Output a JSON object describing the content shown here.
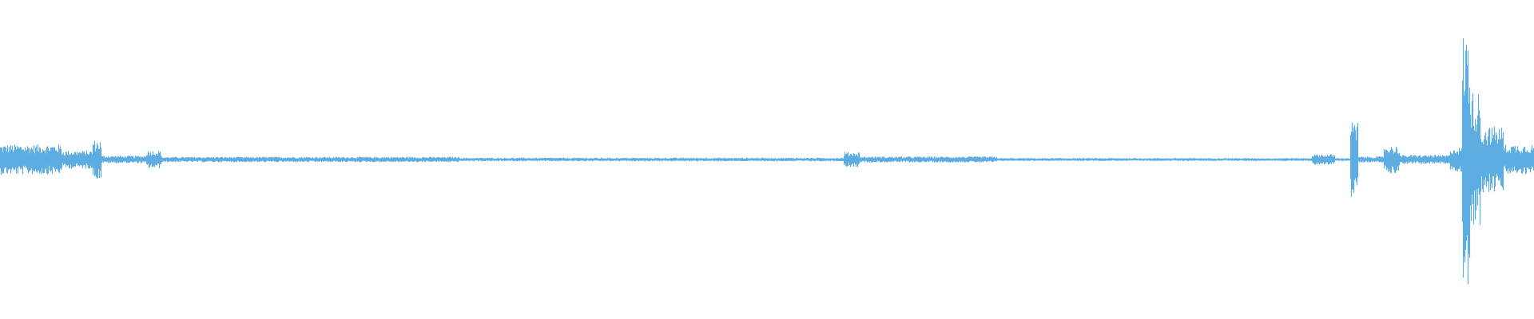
{
  "waveform": {
    "color": "#5dade2",
    "background": "#ffffff",
    "baseline_level": 0.0,
    "sample_count": 1920,
    "segments": [
      {
        "start": 0.0,
        "end": 0.04,
        "amplitude": 0.1
      },
      {
        "start": 0.04,
        "end": 0.06,
        "amplitude": 0.06
      },
      {
        "start": 0.06,
        "end": 0.066,
        "amplitude": 0.13
      },
      {
        "start": 0.066,
        "end": 0.095,
        "amplitude": 0.025
      },
      {
        "start": 0.095,
        "end": 0.105,
        "amplitude": 0.06
      },
      {
        "start": 0.105,
        "end": 0.3,
        "amplitude": 0.018
      },
      {
        "start": 0.3,
        "end": 0.55,
        "amplitude": 0.012
      },
      {
        "start": 0.55,
        "end": 0.56,
        "amplitude": 0.05
      },
      {
        "start": 0.56,
        "end": 0.65,
        "amplitude": 0.02
      },
      {
        "start": 0.65,
        "end": 0.855,
        "amplitude": 0.01
      },
      {
        "start": 0.855,
        "end": 0.87,
        "amplitude": 0.035
      },
      {
        "start": 0.87,
        "end": 0.88,
        "amplitude": 0.01
      },
      {
        "start": 0.88,
        "end": 0.885,
        "amplitude": 0.25
      },
      {
        "start": 0.885,
        "end": 0.902,
        "amplitude": 0.02
      },
      {
        "start": 0.902,
        "end": 0.912,
        "amplitude": 0.09
      },
      {
        "start": 0.912,
        "end": 0.945,
        "amplitude": 0.03
      },
      {
        "start": 0.945,
        "end": 0.953,
        "amplitude": 0.08
      },
      {
        "start": 0.953,
        "end": 0.958,
        "amplitude": 0.85
      },
      {
        "start": 0.958,
        "end": 0.965,
        "amplitude": 0.45
      },
      {
        "start": 0.965,
        "end": 0.98,
        "amplitude": 0.22
      },
      {
        "start": 0.98,
        "end": 1.0,
        "amplitude": 0.1
      }
    ]
  }
}
